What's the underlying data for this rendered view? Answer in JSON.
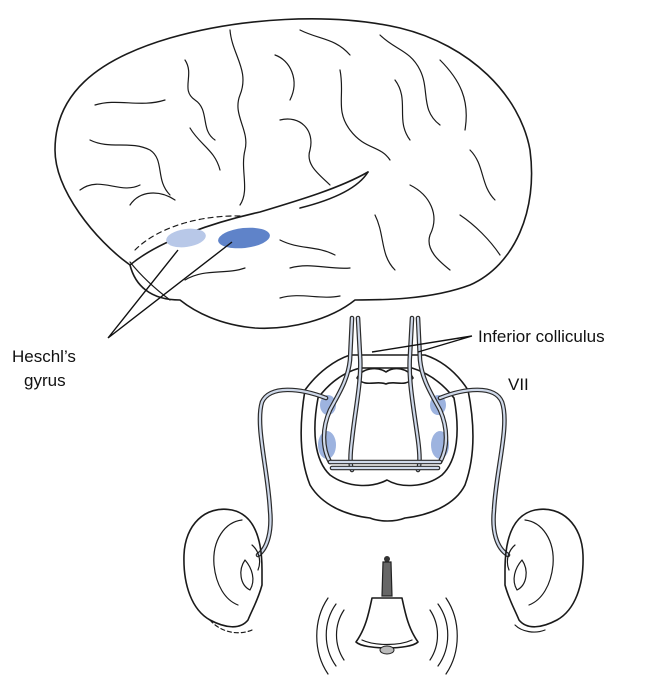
{
  "labels": {
    "heschl_line1": "Heschl’s",
    "heschl_line2": "gyrus",
    "inferior_colliculus": "Inferior colliculus",
    "cranial_nerve": "VII"
  },
  "colors": {
    "auditory_cortex_primary": "#5f83c9",
    "auditory_cortex_secondary": "#b8c8e8",
    "nucleus_fill": "#9db3df",
    "brainstem_shade": "#e3e3e3",
    "outline": "#1a1a1a"
  },
  "icons": [
    "brain",
    "brainstem",
    "left-ear",
    "right-ear",
    "bell"
  ]
}
